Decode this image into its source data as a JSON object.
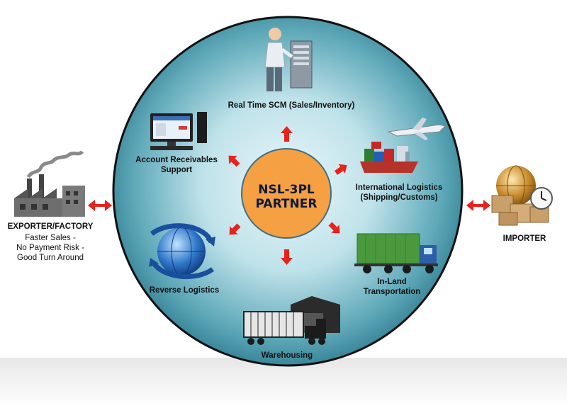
{
  "center": {
    "line1": "NSL-3PL",
    "line2": "PARTNER"
  },
  "left": {
    "title": "EXPORTER/FACTORY",
    "line1": "Faster Sales -",
    "line2": "No Payment Risk -",
    "line3": "Good Turn Around"
  },
  "right": {
    "title": "IMPORTER"
  },
  "services": {
    "scm": "Real Time SCM (Sales/Inventory)",
    "ar_line1": "Account Receivables",
    "ar_line2": "Support",
    "intl_line1": "International Logistics",
    "intl_line2": "(Shipping/Customs)",
    "reverse": "Reverse Logistics",
    "inland_line1": "In-Land",
    "inland_line2": "Transportation",
    "warehousing": "Warehousing"
  },
  "colors": {
    "circle_center": "#d8eef3",
    "circle_edge": "#2f7f92",
    "hub": "#f4a043",
    "arrow": "#e8221b"
  }
}
